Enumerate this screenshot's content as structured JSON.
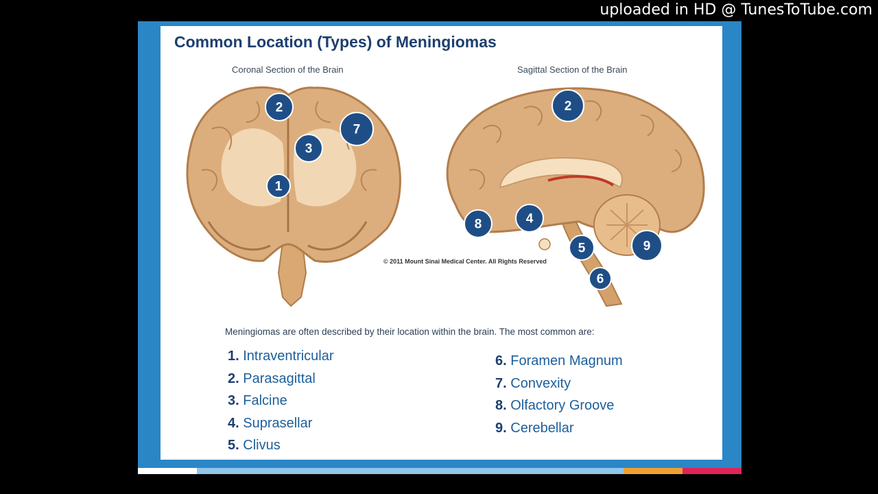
{
  "watermark": "uploaded in HD @ TunesToTube.com",
  "title": "Common Location (Types) of Meningiomas",
  "coronal_label": "Coronal Section of the Brain",
  "sagittal_label": "Sagittal Section of the Brain",
  "copyright": "© 2011 Mount Sinai Medical Center. All Rights Reserved",
  "intro": "Meningiomas are often described by their location within the brain. The most common are:",
  "list_left": [
    {
      "num": "1.",
      "label": "Intraventricular"
    },
    {
      "num": "2.",
      "label": "Parasagittal"
    },
    {
      "num": "3.",
      "label": "Falcine"
    },
    {
      "num": "4.",
      "label": "Suprasellar"
    },
    {
      "num": "5.",
      "label": "Clivus"
    }
  ],
  "list_right": [
    {
      "num": "6.",
      "label": "Foramen Magnum"
    },
    {
      "num": "7.",
      "label": "Convexity"
    },
    {
      "num": "8.",
      "label": "Olfactory Groove"
    },
    {
      "num": "9.",
      "label": "Cerebellar"
    }
  ],
  "coronal_markers": [
    "2",
    "7",
    "3",
    "1"
  ],
  "sagittal_markers": [
    "2",
    "8",
    "4",
    "5",
    "9",
    "6"
  ],
  "colors": {
    "frame_blue": "#2b86c6",
    "marker_blue": "#1f4e86",
    "title_navy": "#1d3f6e",
    "list_blue": "#1d5f9a",
    "brain_tan": "#dcae7e",
    "strip": [
      "#ffffff",
      "#8fc6ea",
      "#f0a030",
      "#e0245a"
    ]
  }
}
